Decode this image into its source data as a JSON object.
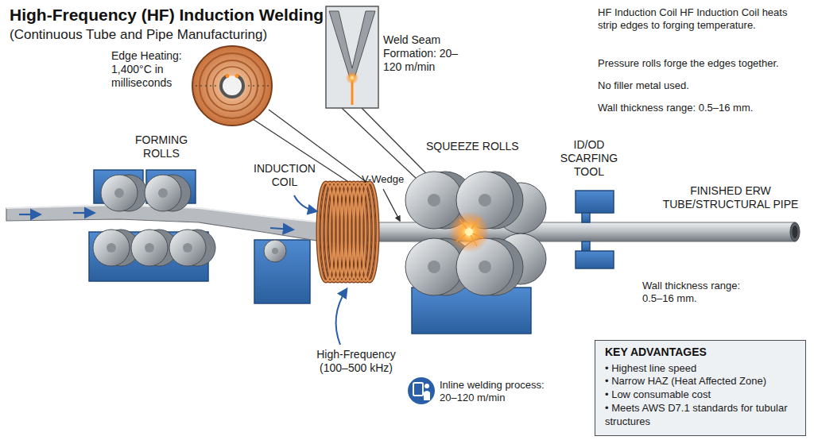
{
  "diagram": {
    "title": "High-Frequency (HF) Induction Welding",
    "nodes": [
      {
        "text": [
          "KEY ADVANTAGES",
          "• Highest line speed",
          "• Narrow HAZ (Heat Affected Zone)",
          "• Low consumable cost",
          "• Meets AWS D7.1 standards for tubular structures"
        ]
      }
    ],
    "labels": [
      "(Continuous Tube and Pipe Manufacturing)",
      "Edge Heating: 1,400°C in milliseconds",
      "Weld Seam Formation: 20–120 m/min",
      "HF Induction Coil HF Induction Coil heats strip edges to forging temperature.",
      "Pressure rolls forge the edges together.",
      "No filler metal used.",
      "Wall thickness range: 0.5–16 mm.",
      "FORMING ROLLS",
      "INDUCTION COIL",
      "V-Wedge",
      "SQUEEZE ROLLS",
      "ID/OD SCARFING TOOL",
      "FINISHED ERW TUBE/STRUCTURAL PIPE",
      "Wall thickness range: 0.5–16 mm.",
      "High-Frequency (100–500 kHz)",
      "Inline welding process: 20–120 m/min"
    ]
  }
}
